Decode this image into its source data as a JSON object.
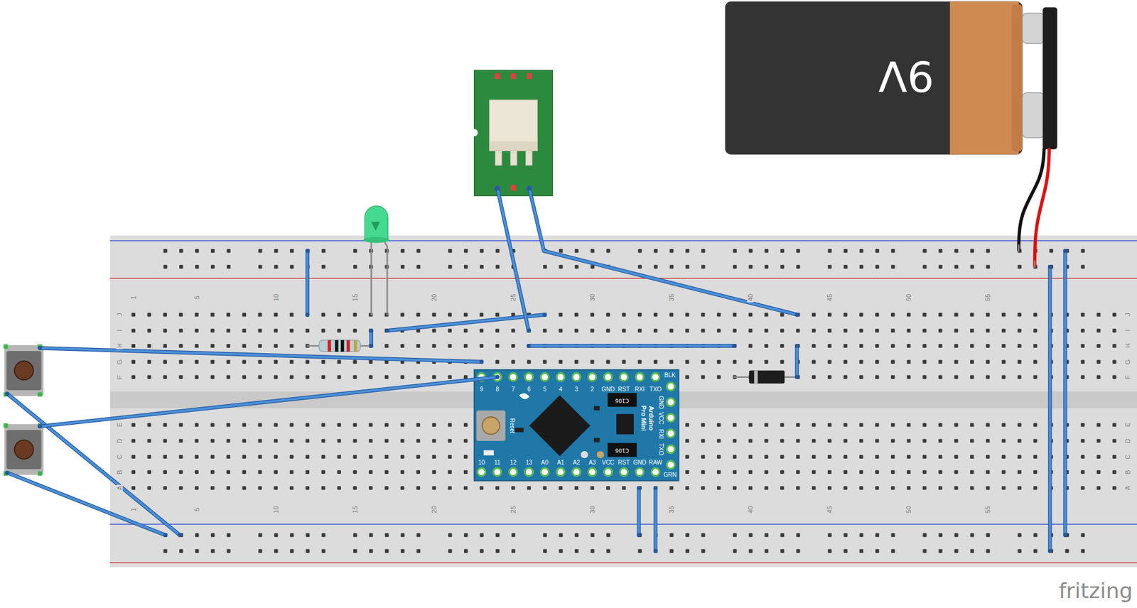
{
  "diagram": {
    "nodes": [
      {
        "text": [
          "Arduino Pro Mini"
        ]
      },
      {
        "text": [
          "9V"
        ]
      }
    ],
    "labels": [
      "1",
      "5",
      "10",
      "15",
      "20",
      "25",
      "30",
      "35",
      "40",
      "45",
      "50",
      "55",
      "J",
      "I",
      "H",
      "G",
      "F",
      "E",
      "D",
      "C",
      "B",
      "A",
      "9",
      "8",
      "7",
      "6",
      "5",
      "4",
      "3",
      "2",
      "GND",
      "RST",
      "RXI",
      "TXO",
      "BLK",
      "GND",
      "VCC",
      "RXI",
      "TXO",
      "Reset",
      "C106",
      "C106",
      "10",
      "11",
      "12",
      "13",
      "A0",
      "A1",
      "A2",
      "A3",
      "VCC",
      "RST",
      "GND",
      "RAW",
      "GRN",
      "1",
      "5",
      "10",
      "15",
      "20",
      "25",
      "30",
      "35",
      "40",
      "45",
      "50",
      "55",
      "J",
      "I",
      "H",
      "G",
      "F",
      "E",
      "D",
      "C",
      "B",
      "A",
      "fritzing"
    ]
  }
}
